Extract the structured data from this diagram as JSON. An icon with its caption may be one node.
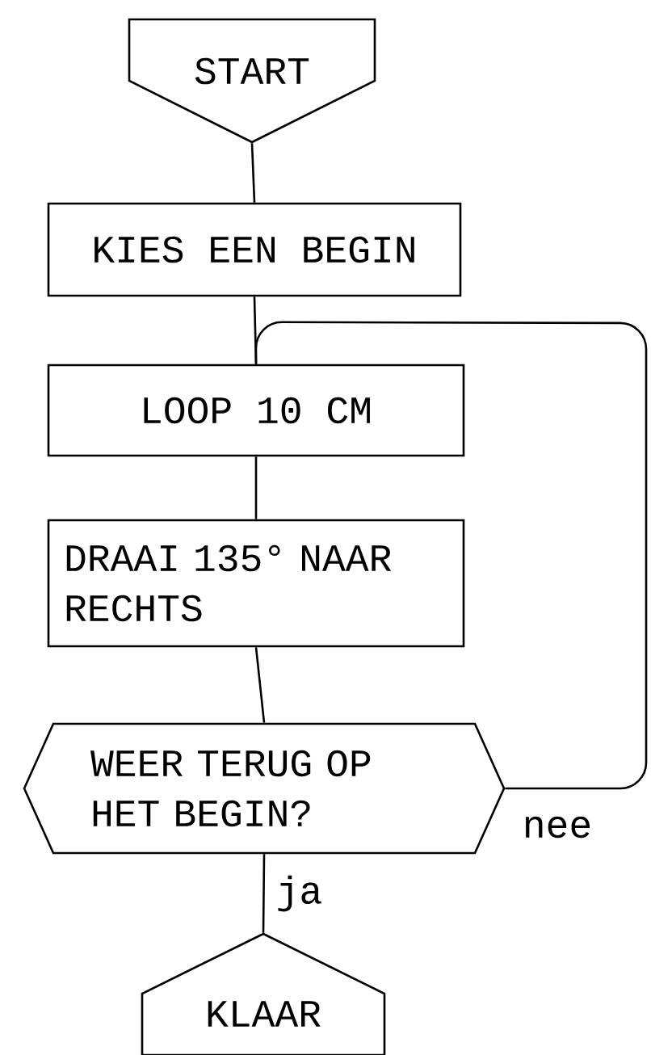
{
  "diagram": {
    "nodes": [
      {
        "text": [
          "START"
        ]
      },
      {
        "text": [
          "KIES EEN BEGIN"
        ]
      },
      {
        "text": [
          "LOOP 10 CM"
        ]
      },
      {
        "text": [
          "DRAAI 135° NAAR RECHTS"
        ]
      },
      {
        "text": [
          "WEER TERUG OP HET BEGIN?"
        ]
      },
      {
        "text": [
          "KLAAR"
        ]
      }
    ],
    "edges": [
      {
        "from": 0,
        "to": 1,
        "arrow": "none"
      },
      {
        "from": 1,
        "to": 2,
        "arrow": "none"
      },
      {
        "from": 2,
        "to": 3,
        "arrow": "none"
      },
      {
        "from": 3,
        "to": 4,
        "arrow": "none"
      },
      {
        "from": 4,
        "to": 5,
        "arrow": "none",
        "label": "ja"
      },
      {
        "from": 4,
        "to": 2,
        "arrow": "none",
        "label": "nee"
      }
    ]
  }
}
